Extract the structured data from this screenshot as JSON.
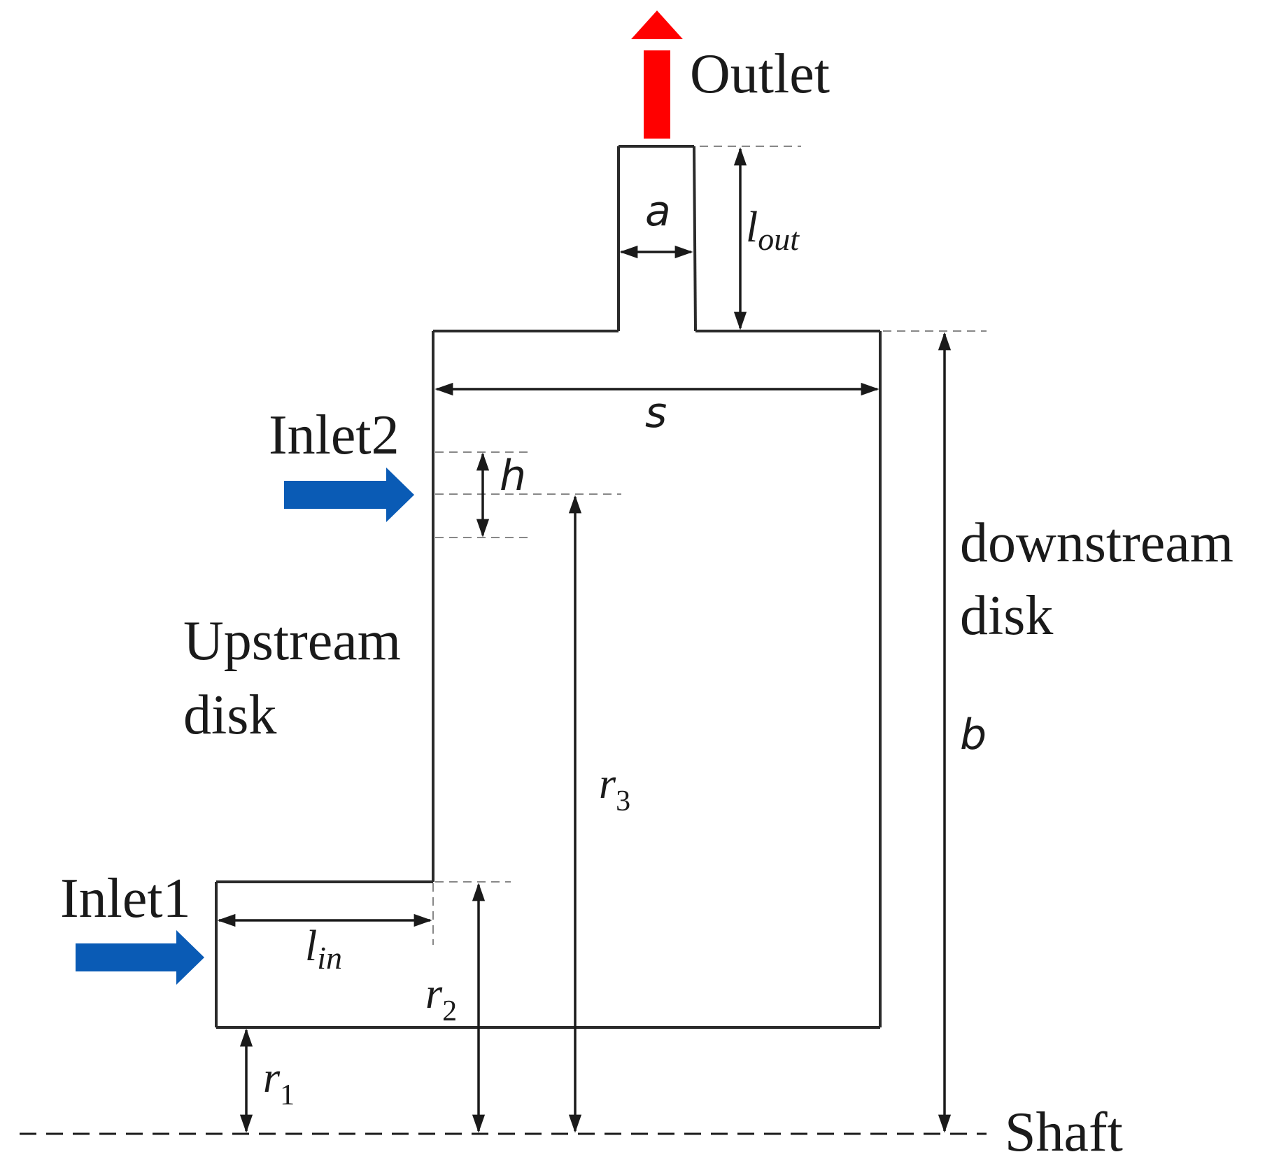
{
  "labels": {
    "outlet": "Outlet",
    "inlet1": "Inlet1",
    "inlet2": "Inlet2",
    "upstream_line1": "Upstream",
    "upstream_line2": "disk",
    "downstream_line1": "downstream",
    "downstream_line2": "disk",
    "shaft": "Shaft"
  },
  "symbols": {
    "a": "a",
    "s": "s",
    "h": "h",
    "b": "b",
    "l_out": {
      "base": "l",
      "sub": "out"
    },
    "l_in": {
      "base": "l",
      "sub": "in"
    },
    "r1": {
      "base": "r",
      "sub": "1"
    },
    "r2": {
      "base": "r",
      "sub": "2"
    },
    "r3": {
      "base": "r",
      "sub": "3"
    }
  },
  "colors": {
    "outlet_arrow": "#ff0000",
    "inlet_arrow": "#0a5bb5",
    "lines": "#2a2a2a"
  }
}
